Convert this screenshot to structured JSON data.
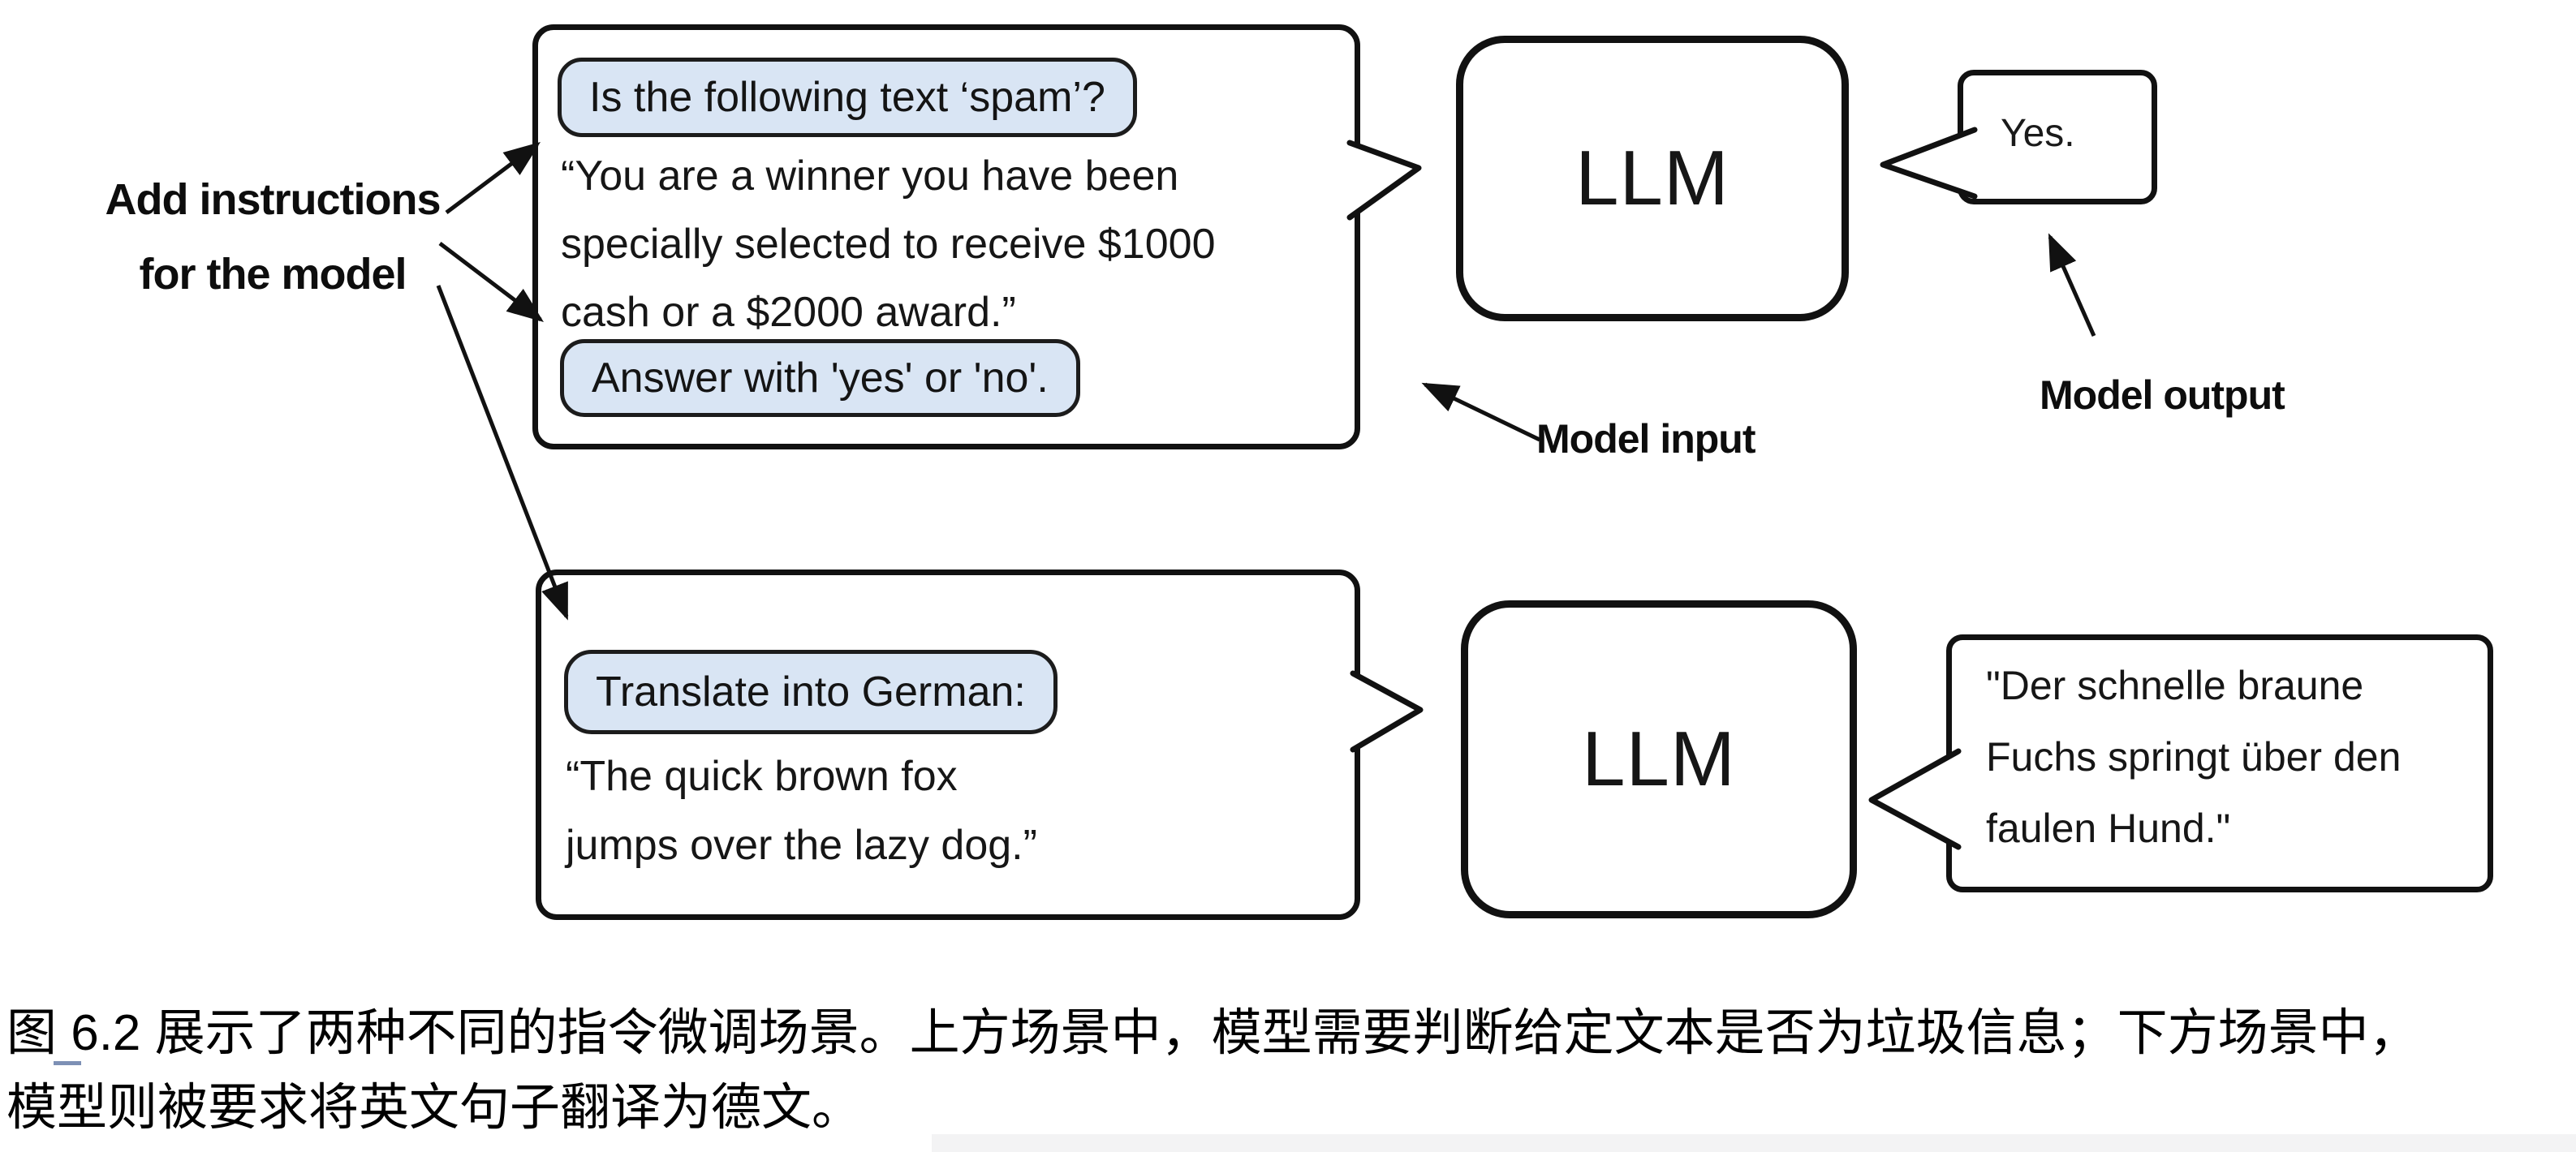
{
  "figure": {
    "left_annotation": {
      "line1": "Add instructions",
      "line2": "for the model"
    },
    "annotations": {
      "model_input": "Model input",
      "model_output": "Model output"
    },
    "top_scenario": {
      "instruction_pill_1": "Is the following text ‘spam’?",
      "input_body_lines": [
        "“You are a winner you have been",
        "specially selected to receive $1000",
        "cash or a $2000 award.”"
      ],
      "instruction_pill_2": "Answer with 'yes' or 'no'.",
      "llm_label": "LLM",
      "output_text": "Yes."
    },
    "bottom_scenario": {
      "instruction_pill": "Translate into German:",
      "input_body_lines": [
        "“The quick brown fox",
        "jumps over the lazy dog.”"
      ],
      "llm_label": "LLM",
      "output_lines": [
        "\"Der schnelle braune",
        "Fuchs springt über den",
        "faulen Hund.\""
      ]
    },
    "colors": {
      "pill_fill": "#d9e5f4",
      "stroke": "#111111",
      "background": "#ffffff"
    }
  },
  "caption": {
    "line1": "图 6.2 展示了两种不同的指令微调场景。上方场景中，模型需要判断给定文本是否为垃圾信息；下方场景中，",
    "line2": "模型则被要求将英文句子翻译为德文。"
  }
}
